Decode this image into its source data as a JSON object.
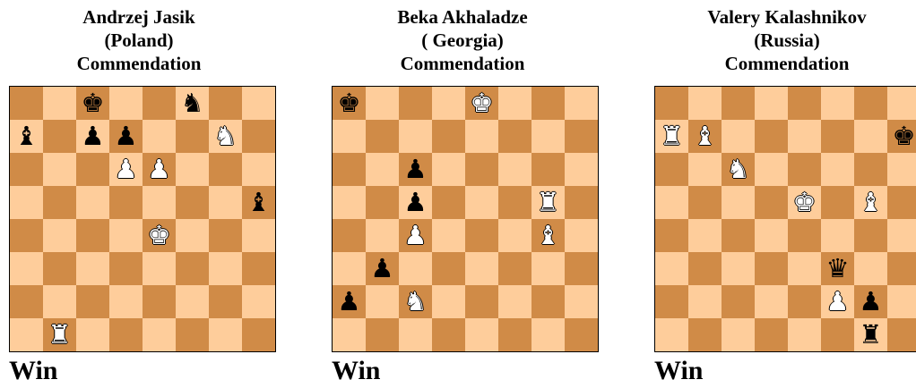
{
  "colors": {
    "light_square": "#fecd9b",
    "dark_square": "#d08b47"
  },
  "problems": [
    {
      "author": "Andrzej Jasik",
      "country": "(Poland)",
      "award": "Commendation",
      "result": "Win",
      "pieces": [
        {
          "sq": "c8",
          "p": "K",
          "c": "b"
        },
        {
          "sq": "f8",
          "p": "N",
          "c": "b"
        },
        {
          "sq": "a7",
          "p": "B",
          "c": "b"
        },
        {
          "sq": "c7",
          "p": "P",
          "c": "b"
        },
        {
          "sq": "d7",
          "p": "P",
          "c": "b"
        },
        {
          "sq": "g7",
          "p": "N",
          "c": "w"
        },
        {
          "sq": "d6",
          "p": "P",
          "c": "w"
        },
        {
          "sq": "e6",
          "p": "P",
          "c": "w"
        },
        {
          "sq": "h5",
          "p": "B",
          "c": "b"
        },
        {
          "sq": "e4",
          "p": "K",
          "c": "w"
        },
        {
          "sq": "b1",
          "p": "R",
          "c": "w"
        }
      ]
    },
    {
      "author": "Beka Akhaladze",
      "country": "( Georgia)",
      "award": "Commendation",
      "result": "Win",
      "pieces": [
        {
          "sq": "a8",
          "p": "K",
          "c": "b"
        },
        {
          "sq": "e8",
          "p": "K",
          "c": "w"
        },
        {
          "sq": "c6",
          "p": "P",
          "c": "b"
        },
        {
          "sq": "c5",
          "p": "P",
          "c": "b"
        },
        {
          "sq": "g5",
          "p": "R",
          "c": "w"
        },
        {
          "sq": "c4",
          "p": "P",
          "c": "w"
        },
        {
          "sq": "g4",
          "p": "B",
          "c": "w"
        },
        {
          "sq": "b3",
          "p": "P",
          "c": "b"
        },
        {
          "sq": "a2",
          "p": "P",
          "c": "b"
        },
        {
          "sq": "c2",
          "p": "N",
          "c": "w"
        }
      ]
    },
    {
      "author": "Valery Kalashnikov",
      "country": "(Russia)",
      "award": "Commendation",
      "result": "Win",
      "pieces": [
        {
          "sq": "a7",
          "p": "R",
          "c": "w"
        },
        {
          "sq": "b7",
          "p": "B",
          "c": "w"
        },
        {
          "sq": "h7",
          "p": "K",
          "c": "b"
        },
        {
          "sq": "c6",
          "p": "N",
          "c": "w"
        },
        {
          "sq": "e5",
          "p": "K",
          "c": "w"
        },
        {
          "sq": "g5",
          "p": "B",
          "c": "w"
        },
        {
          "sq": "f3",
          "p": "Q",
          "c": "b"
        },
        {
          "sq": "f2",
          "p": "P",
          "c": "w"
        },
        {
          "sq": "g2",
          "p": "P",
          "c": "b"
        },
        {
          "sq": "g1",
          "p": "R",
          "c": "b"
        }
      ]
    }
  ]
}
